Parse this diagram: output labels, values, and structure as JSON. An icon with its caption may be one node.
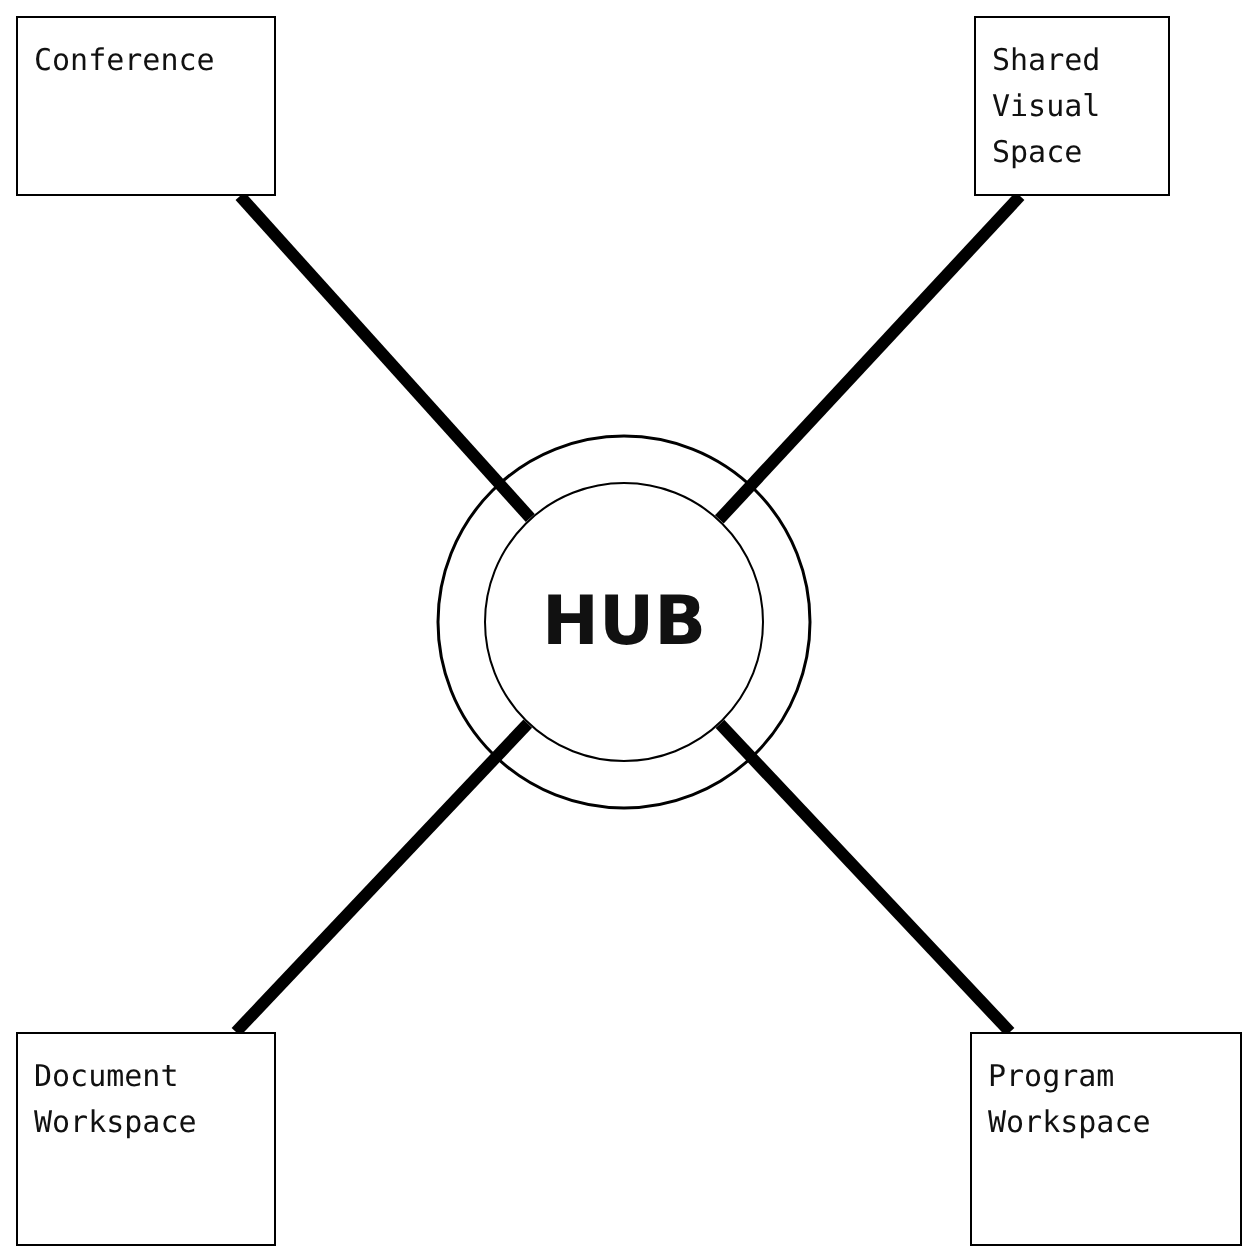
{
  "diagram": {
    "nodes": [
      {
        "text": [
          "Conference"
        ]
      },
      {
        "text": [
          "Shared Visual Space"
        ]
      },
      {
        "text": [
          "HUB"
        ]
      },
      {
        "text": [
          "Document Workspace"
        ]
      },
      {
        "text": [
          "Program Workspace"
        ]
      }
    ],
    "edges": [
      {
        "from": 0,
        "to": 2,
        "arrow": "none"
      },
      {
        "from": 1,
        "to": 2,
        "arrow": "none"
      },
      {
        "from": 3,
        "to": 2,
        "arrow": "none"
      },
      {
        "from": 4,
        "to": 2,
        "arrow": "none"
      }
    ]
  }
}
